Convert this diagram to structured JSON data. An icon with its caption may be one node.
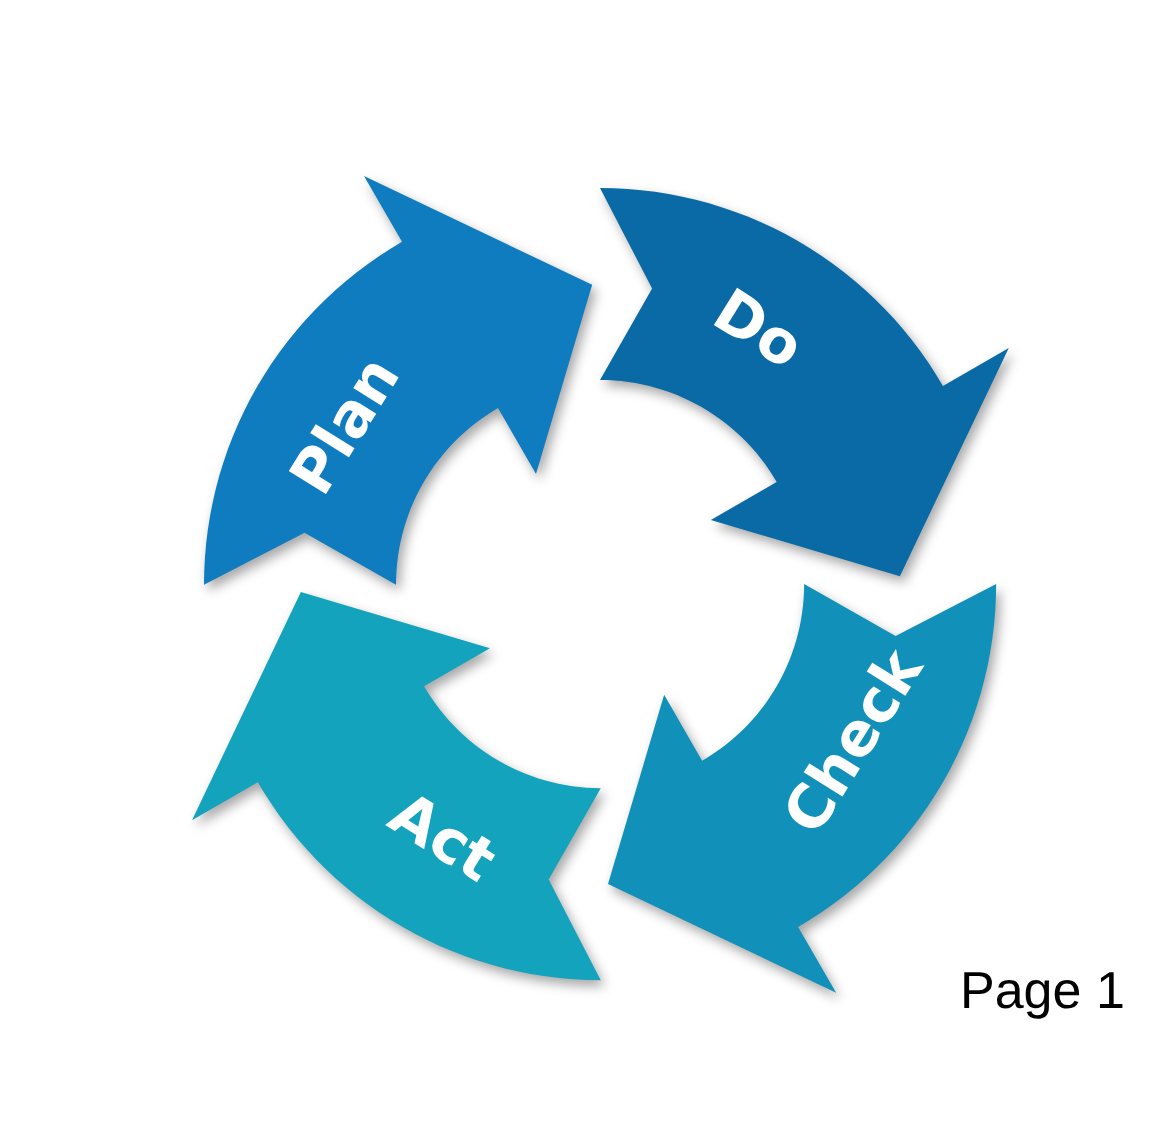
{
  "diagram": {
    "nodes": [
      {
        "text": [
          "Plan"
        ]
      },
      {
        "text": [
          "Do"
        ]
      },
      {
        "text": [
          "Check"
        ]
      },
      {
        "text": [
          "Act"
        ]
      }
    ],
    "labels": [
      "Page 1"
    ]
  }
}
